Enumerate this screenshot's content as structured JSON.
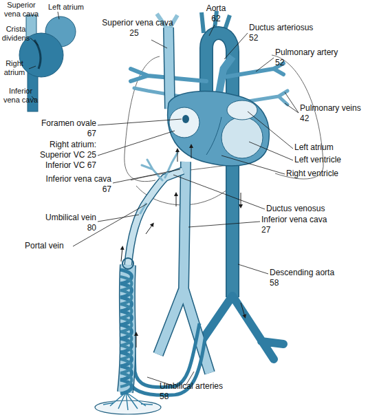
{
  "diagram": {
    "labels": [
      "Superior vena cava",
      "Left atrium",
      "Crista dividens",
      "Right atrium",
      "Inferior vena cava",
      "Superior vena cava",
      "25",
      "Aorta",
      "62",
      "Ductus arteriosus",
      "52",
      "Pulmonary artery",
      "52",
      "Pulmonary veins",
      "42",
      "Foramen ovale",
      "67",
      "Right atrium:",
      "Superior VC 25",
      "Inferior VC 67",
      "Left atrium",
      "Left ventricle",
      "Right ventricle",
      "Inferior vena cava",
      "67",
      "Ductus venosus",
      "Umbilical vein",
      "80",
      "Portal vein",
      "Inferior vena cava",
      "27",
      "Descending aorta",
      "58",
      "Umbilical arteries",
      "58"
    ]
  }
}
